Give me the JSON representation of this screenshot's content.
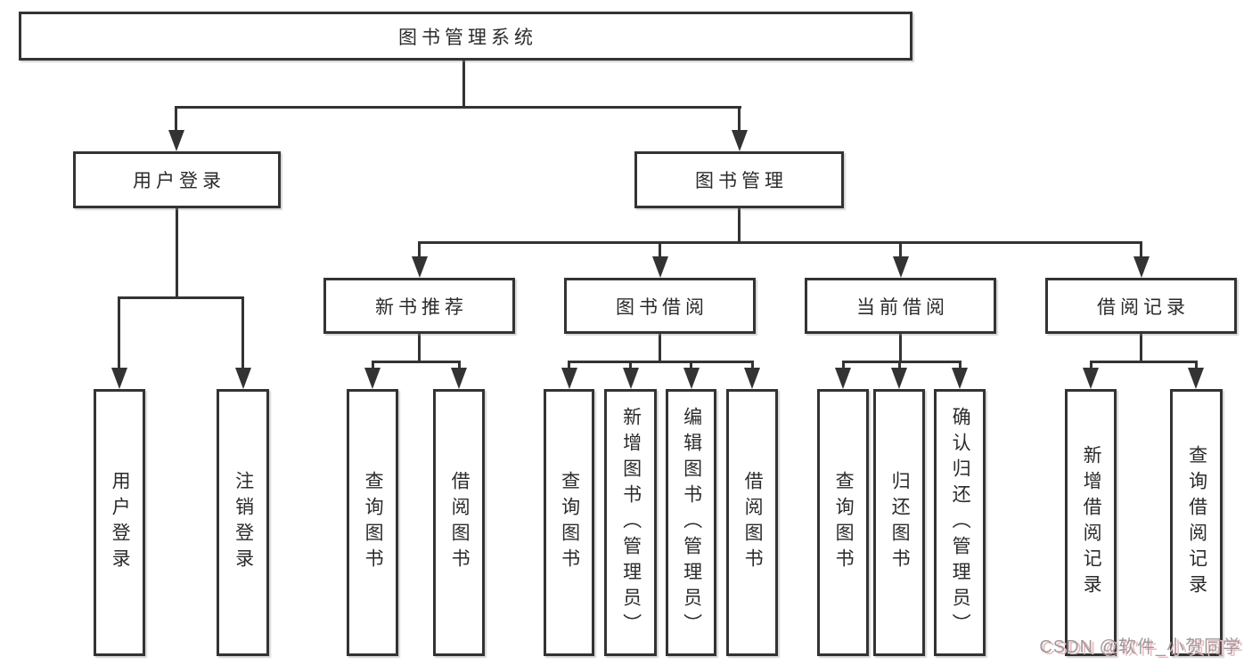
{
  "colors": {
    "line": "#333333",
    "text": "#2b2b2b",
    "box_bg": "#ffffff",
    "watermark_gray": "#9b9ba1",
    "watermark_red": "#f0b9b9"
  },
  "nodes": {
    "root": "图书管理系统",
    "user_login": "用户登录",
    "book_mgmt": "图书管理",
    "new_book_rec": "新书推荐",
    "book_borrow": "图书借阅",
    "current_borrow": "当前借阅",
    "borrow_record": "借阅记录",
    "leaf_user_login": "用户登录",
    "leaf_logout": "注销登录",
    "leaf_query_book_rec": "查询图书",
    "leaf_borrow_book_rec": "借阅图书",
    "leaf_query_book_borrow": "查询图书",
    "leaf_add_book_admin": "新增图书（管理员）",
    "leaf_edit_book_admin": "编辑图书（管理员）",
    "leaf_borrow_book_borrow": "借阅图书",
    "leaf_query_book_current": "查询图书",
    "leaf_return_book": "归还图书",
    "leaf_confirm_return_admin": "确认归还（管理员）",
    "leaf_add_borrow_record": "新增借阅记录",
    "leaf_query_borrow_record": "查询借阅记录"
  },
  "watermark": "CSDN @软件_小贺同学"
}
